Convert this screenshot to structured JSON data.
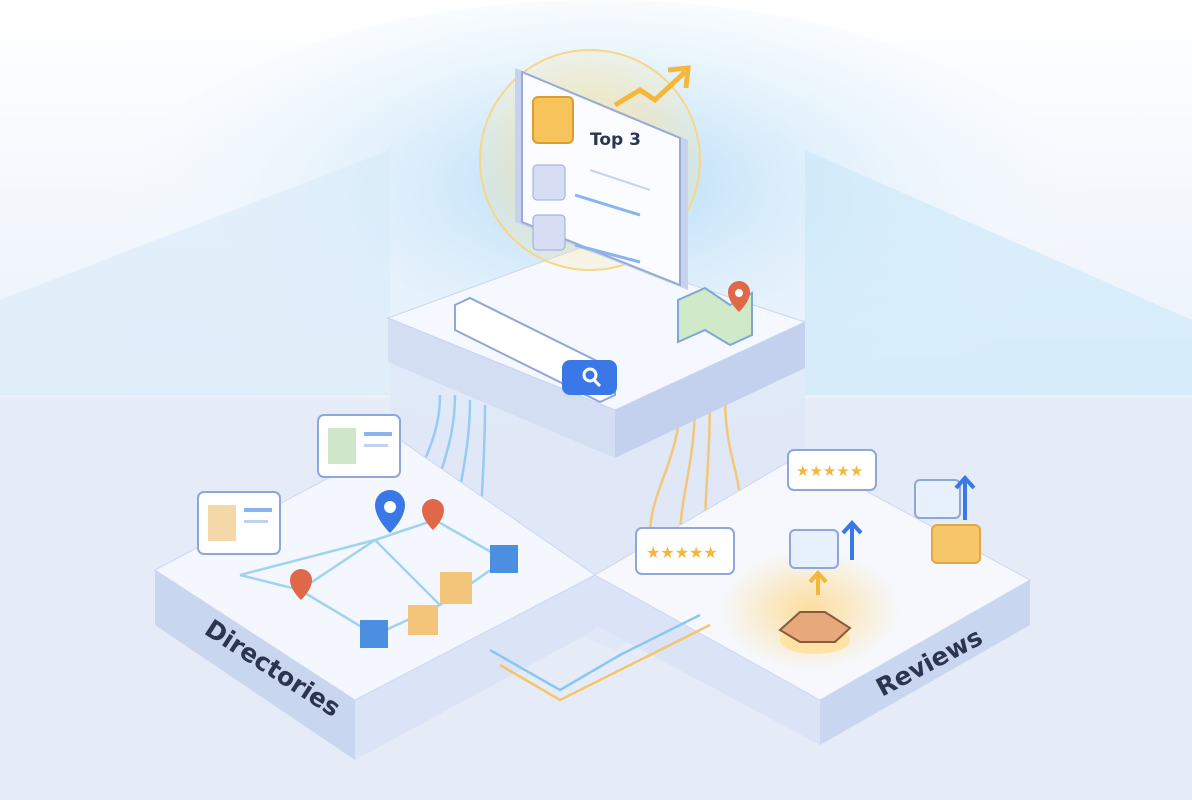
{
  "card": {
    "title": "Top 3"
  },
  "platforms": {
    "left_label": "Directories",
    "right_label": "Reviews"
  },
  "colors": {
    "accent_blue": "#3b78e7",
    "accent_gold": "#f5b73b",
    "pin_orange": "#e0674a",
    "platform_top": "#f4f7fd",
    "platform_side": "#c9d6f0"
  },
  "icons": [
    "search-icon",
    "map-icon",
    "location-pin-icon",
    "profile-card-icon",
    "star-rating-icon",
    "handshake-icon",
    "arrow-up-icon",
    "trend-arrow-icon",
    "cube-icon"
  ]
}
